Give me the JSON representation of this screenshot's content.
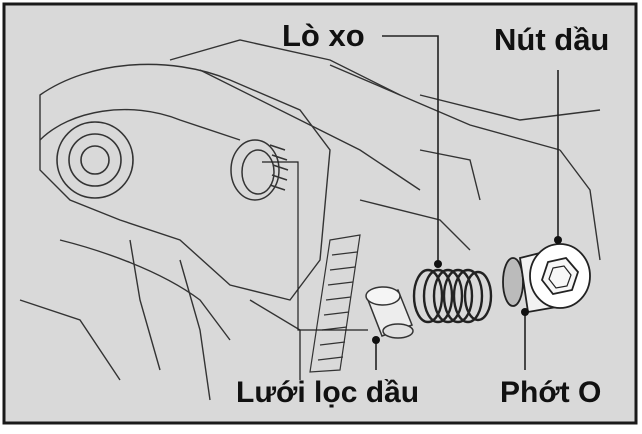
{
  "labels": {
    "spring": "Lò xo",
    "oil_plug": "Nút dầu",
    "oil_strainer": "Lưới lọc dầu",
    "o_ring": "Phớt O"
  },
  "colors": {
    "background": "#d9d9d9",
    "line": "#222222",
    "text": "#111111"
  }
}
